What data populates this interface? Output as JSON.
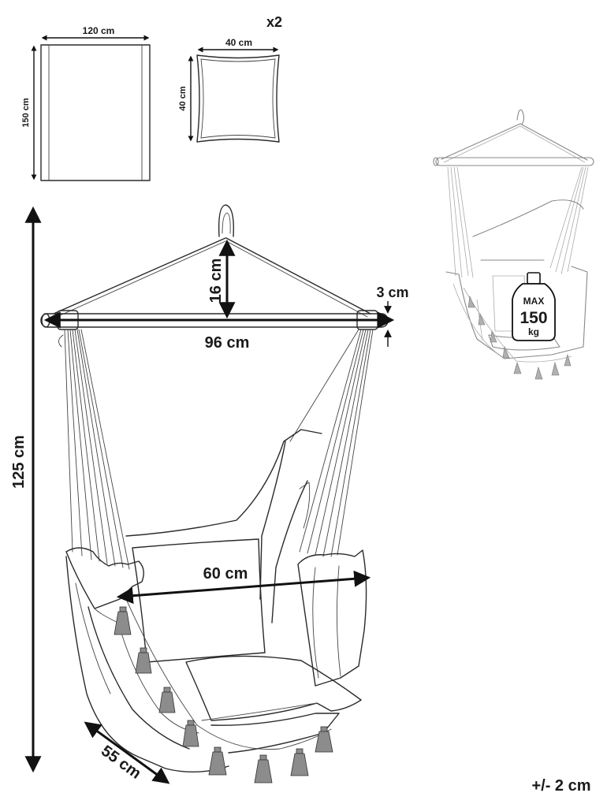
{
  "fabric": {
    "width": "120 cm",
    "height": "150 cm"
  },
  "cushion": {
    "count": "x2",
    "width": "40 cm",
    "height": "40 cm"
  },
  "chair": {
    "bar_rise": "16 cm",
    "bar_thickness": "3 cm",
    "bar_length": "96 cm",
    "total_height": "125 cm",
    "seat_width": "60 cm",
    "seat_depth": "55 cm"
  },
  "weight": {
    "max_label": "MAX",
    "value": "150",
    "unit": "kg"
  },
  "tolerance": "+/- 2 cm"
}
